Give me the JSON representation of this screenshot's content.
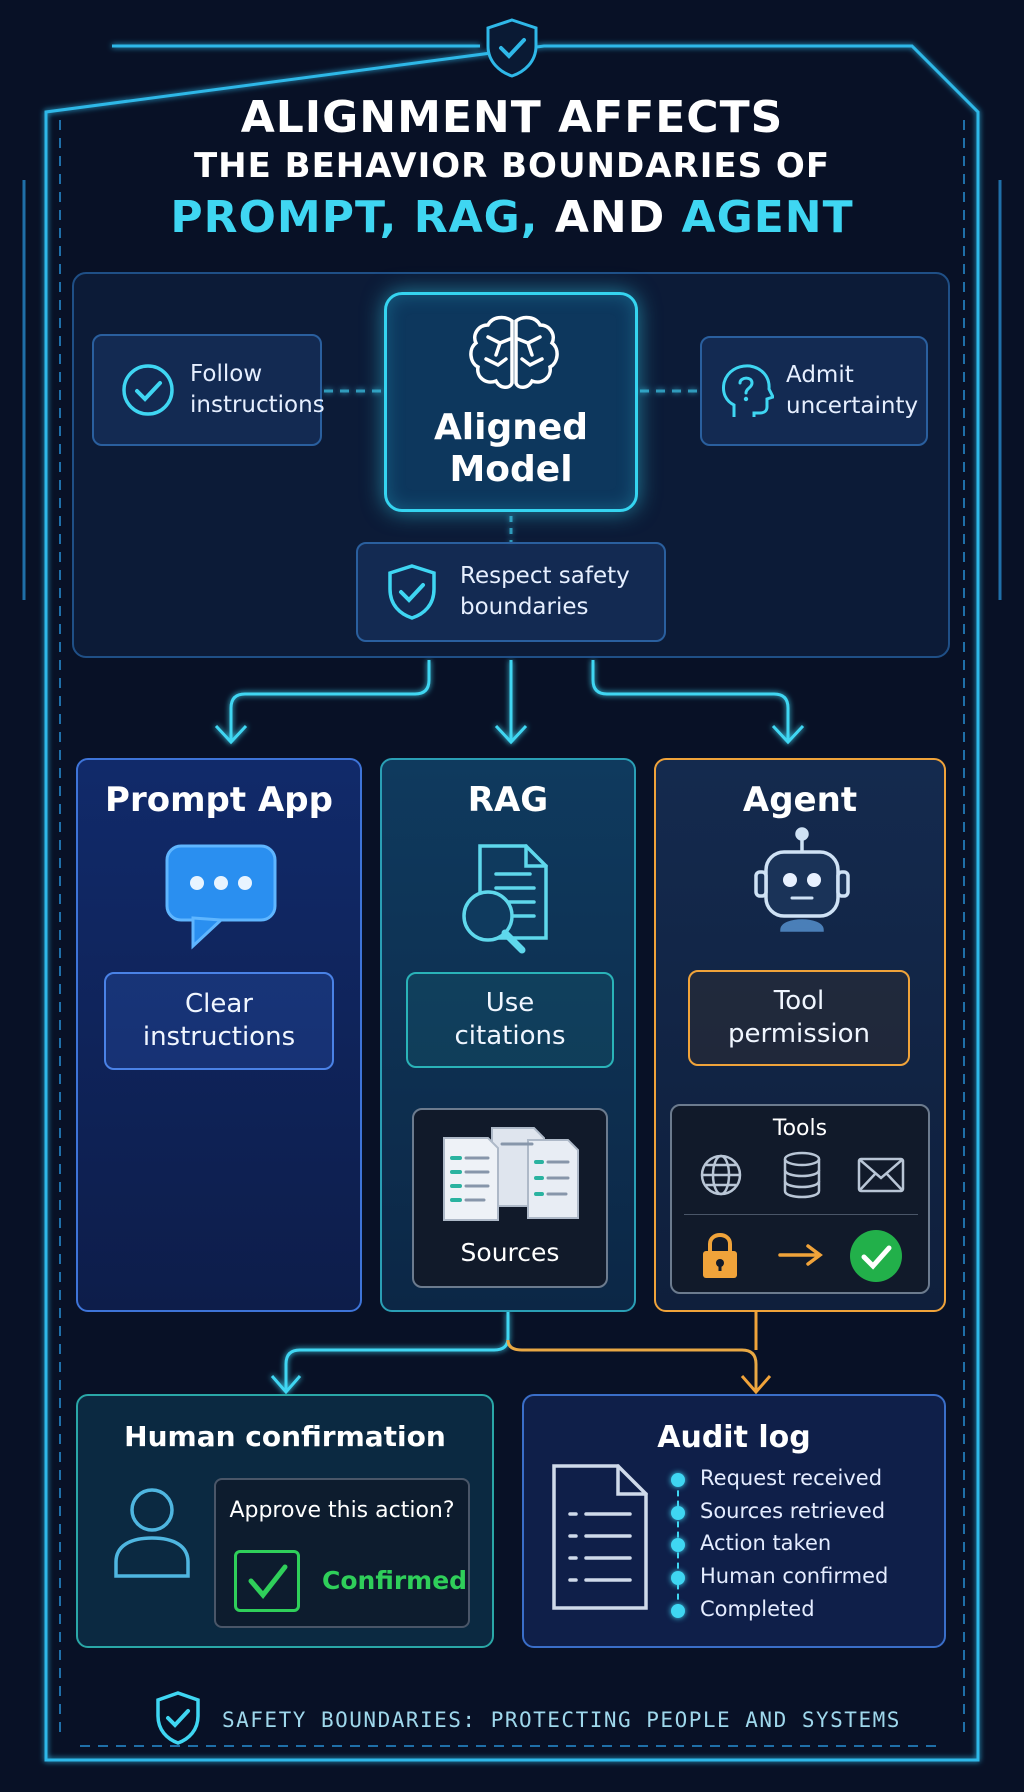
{
  "title": {
    "line1": "ALIGNMENT AFFECTS",
    "line2": "THE BEHAVIOR BOUNDARIES OF",
    "line3_part1": "PROMPT, RAG,",
    "line3_and": "AND",
    "line3_part2": "AGENT"
  },
  "model": {
    "label_line1": "Aligned",
    "label_line2": "Model",
    "follow_line1": "Follow",
    "follow_line2": "instructions",
    "admit_line1": "Admit",
    "admit_line2": "uncertainty",
    "respect_line1": "Respect safety",
    "respect_line2": "boundaries"
  },
  "columns": {
    "prompt": {
      "title": "Prompt App",
      "box_line1": "Clear",
      "box_line2": "instructions"
    },
    "rag": {
      "title": "RAG",
      "box_line1": "Use",
      "box_line2": "citations",
      "sources": "Sources"
    },
    "agent": {
      "title": "Agent",
      "box_line1": "Tool",
      "box_line2": "permission",
      "tools": "Tools"
    }
  },
  "human": {
    "title": "Human confirmation",
    "question": "Approve this action?",
    "confirmed": "Confirmed"
  },
  "audit": {
    "title": "Audit log",
    "items": [
      "Request received",
      "Sources retrieved",
      "Action taken",
      "Human confirmed",
      "Completed"
    ]
  },
  "footer": "SAFETY BOUNDARIES: PROTECTING PEOPLE AND SYSTEMS",
  "colors": {
    "cyan": "#3fd6f2",
    "orange": "#f0a33a",
    "green": "#2fcf5a",
    "blue": "#3e74d8"
  }
}
